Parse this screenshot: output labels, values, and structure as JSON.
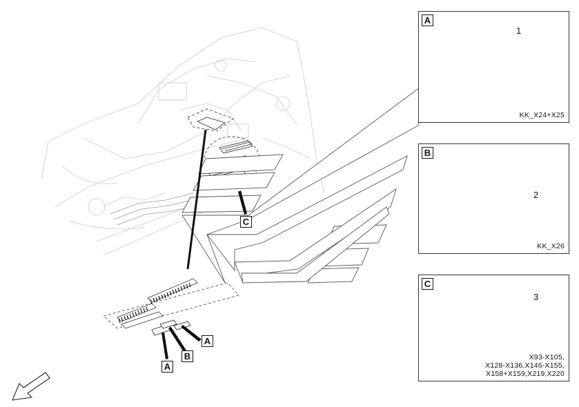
{
  "panels": [
    {
      "letter": "A",
      "caption": "KK_X24+X25",
      "callout": "1"
    },
    {
      "letter": "B",
      "caption": "KK_X26",
      "callout": "2"
    },
    {
      "letter": "C",
      "caption": "X93-X105,\nX128-X136,X146-X155,\nX158+X159,X219,X220",
      "callout": "3"
    }
  ],
  "tags": {
    "a": "A",
    "b": "B",
    "c": "C",
    "a2": "A"
  },
  "icons": {
    "arrow": "front-direction-arrow-icon"
  }
}
